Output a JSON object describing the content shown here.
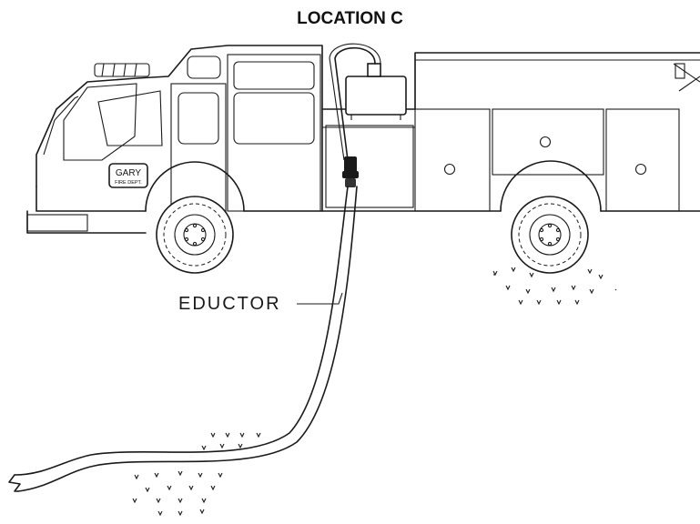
{
  "title": "LOCATION C",
  "truck": {
    "door_sign_line1": "GARY",
    "door_sign_line2": "FIRE DEPT."
  },
  "labels": {
    "eductor": "EDUCTOR"
  }
}
